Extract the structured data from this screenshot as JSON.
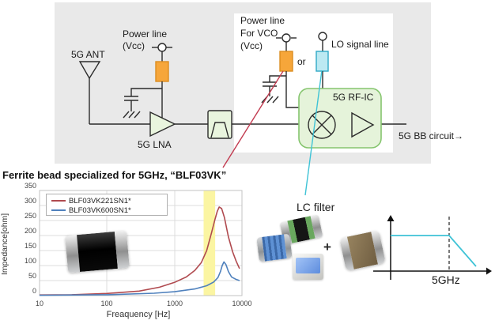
{
  "circuit": {
    "ant_label": "5G ANT",
    "power_line_label": "Power line",
    "power_line_vcc": "(Vcc)",
    "lna_label": "5G LNA",
    "vco_power_line1": "Power line",
    "vco_power_line2": "For VCO",
    "vco_power_line3": "(Vcc)",
    "or_label": "or",
    "lo_label": "LO signal line",
    "rfic_label": "5G RF-IC",
    "bb_label": "5G BB circuit→"
  },
  "ferrite_section": {
    "title": "Ferrite bead specialized for 5GHz, “BLF03VK”"
  },
  "chart": {
    "ylabel": "Impedance[ohm]",
    "xlabel": "Freaquency [Hz]",
    "yticks": [
      "350",
      "300",
      "250",
      "200",
      "150",
      "100",
      "50",
      "0"
    ],
    "xticks": [
      "10",
      "100",
      "1000",
      "10000"
    ],
    "legend": [
      "BLF03VK221SN1*",
      "BLF03VK600SN1*"
    ]
  },
  "chart_data": {
    "type": "line",
    "title": "Ferrite bead specialized for 5GHz, “BLF03VK”",
    "xlabel": "Freaquency [Hz]",
    "ylabel": "Impedance[ohm]",
    "x_scale": "log",
    "xlim": [
      10,
      10000
    ],
    "ylim": [
      0,
      350
    ],
    "grid": true,
    "legend_position": "top-left",
    "highlight_band_x": [
      2700,
      4000
    ],
    "series": [
      {
        "name": "BLF03VK221SN1*",
        "color": "#b04a4f",
        "points": [
          [
            10,
            2
          ],
          [
            30,
            3
          ],
          [
            100,
            7
          ],
          [
            300,
            15
          ],
          [
            600,
            28
          ],
          [
            1000,
            44
          ],
          [
            1500,
            62
          ],
          [
            2000,
            84
          ],
          [
            2500,
            110
          ],
          [
            3000,
            150
          ],
          [
            3500,
            205
          ],
          [
            4000,
            255
          ],
          [
            4300,
            280
          ],
          [
            4600,
            295
          ],
          [
            5000,
            290
          ],
          [
            5500,
            260
          ],
          [
            6300,
            195
          ],
          [
            7300,
            145
          ],
          [
            8200,
            115
          ],
          [
            9200,
            90
          ]
        ]
      },
      {
        "name": "BLF03VK600SN1*",
        "color": "#4f81bd",
        "points": [
          [
            10,
            1
          ],
          [
            100,
            3
          ],
          [
            500,
            8
          ],
          [
            1000,
            13
          ],
          [
            2000,
            22
          ],
          [
            3000,
            33
          ],
          [
            3800,
            45
          ],
          [
            4400,
            60
          ],
          [
            4800,
            80
          ],
          [
            5100,
            100
          ],
          [
            5400,
            112
          ],
          [
            5800,
            103
          ],
          [
            6300,
            80
          ],
          [
            7000,
            62
          ],
          [
            8000,
            55
          ],
          [
            9200,
            50
          ]
        ]
      }
    ]
  },
  "lc_section": {
    "label": "LC filter",
    "plus": "+",
    "freq_label": "5GHz"
  },
  "colors": {
    "panel_gray": "#e9e9e9",
    "highlight_yellow": "#fbf5a2",
    "ferrite_bead_orange": "#f6a63a",
    "ferrite_bead_orange_border": "#db8d20",
    "lc_filter_cyan": "#bce9f2",
    "lc_filter_cyan_border": "#2fa9c6",
    "rfic_green_fill": "#e5f3da",
    "rfic_green_border": "#85c56e",
    "pointer_red": "#c23b50",
    "pointer_cyan": "#3fc3d6"
  }
}
